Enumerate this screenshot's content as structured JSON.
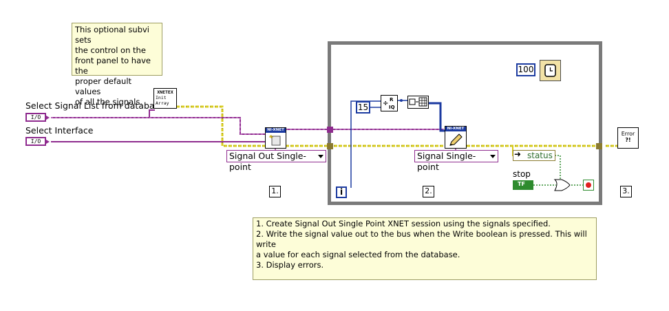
{
  "notes": {
    "comment_top": [
      "This optional subvi sets",
      "the control on the",
      "front panel to have the",
      "proper default values",
      "of all the signals."
    ],
    "comment_bottom": [
      "1.  Create Signal Out Single Point XNET session using the signals specified.",
      "2.  Write the signal value out to the bus when the Write boolean is pressed.  This will write",
      "a value for each signal selected from the database.",
      "3.  Display errors."
    ]
  },
  "controls": {
    "signal_list_label": "Select Signal List from database",
    "interface_label": "Select Interface",
    "io_text": "I/O",
    "stop_label": "stop",
    "stop_button_text": "TF",
    "status_label": "status"
  },
  "nodes": {
    "init_array": [
      "XNETEX",
      "Init",
      "Array"
    ],
    "xnet_create_header": "NI-XNET",
    "xnet_write_header": "NI-XNET",
    "error_handler": [
      "Error",
      "?!"
    ]
  },
  "constants": {
    "wait_ms": "100",
    "random_count": "15",
    "loop_index": "i"
  },
  "rings": {
    "create_mode": "Signal Out Single-point",
    "write_mode": "Signal Single-point"
  },
  "steps": {
    "step1": "1.",
    "step2": "2.",
    "step3": "3."
  },
  "colors": {
    "error_wire": "#d8cc1c",
    "session_wire": "#8e2a8e",
    "numeric_wire": "#1b3aa0",
    "boolean_wire": "#2e8b2e",
    "loop_border": "#7a7a7a",
    "comment_bg": "#fdfdd8"
  }
}
